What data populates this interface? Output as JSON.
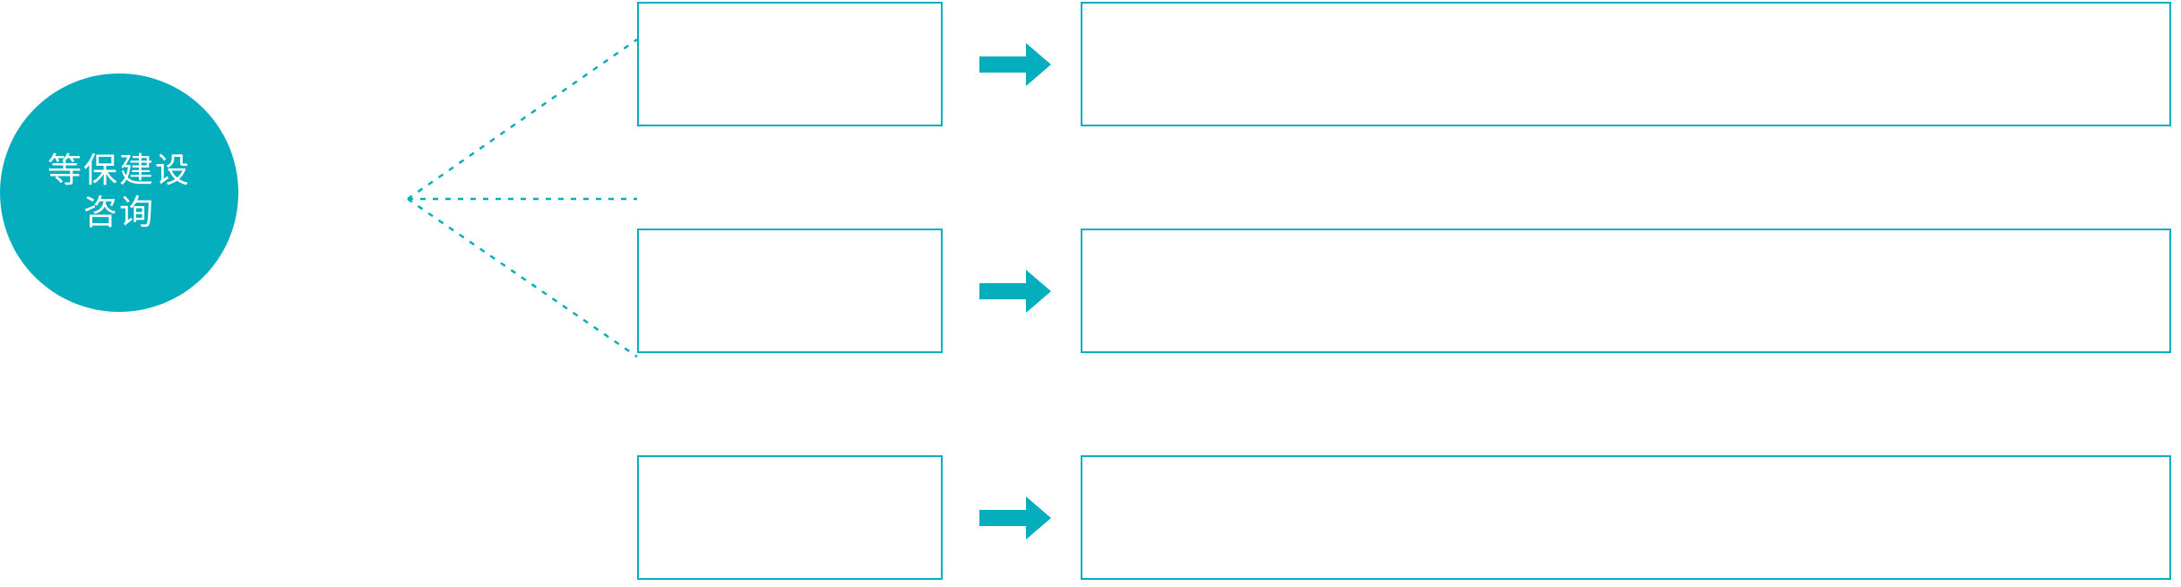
{
  "theme": {
    "accent": "#05AEBD",
    "background": "#FFFFFF",
    "hub_text_color": "#FFFFFF"
  },
  "hub": {
    "name": "等保建设咨询",
    "lines": [
      "等保建设",
      "咨询"
    ],
    "shape": "circle"
  },
  "connectors": {
    "style": "dotted",
    "color": "#05AEBD",
    "origin_label": "fan-out-point",
    "count": 3
  },
  "rows": [
    {
      "index": 1,
      "label_box": {
        "text": ""
      },
      "arrow": {
        "icon": "arrow-right-icon",
        "color": "#05AEBD"
      },
      "detail_box": {
        "text": ""
      }
    },
    {
      "index": 2,
      "label_box": {
        "text": ""
      },
      "arrow": {
        "icon": "arrow-right-icon",
        "color": "#05AEBD"
      },
      "detail_box": {
        "text": ""
      }
    },
    {
      "index": 3,
      "label_box": {
        "text": ""
      },
      "arrow": {
        "icon": "arrow-right-icon",
        "color": "#05AEBD"
      },
      "detail_box": {
        "text": ""
      }
    }
  ]
}
